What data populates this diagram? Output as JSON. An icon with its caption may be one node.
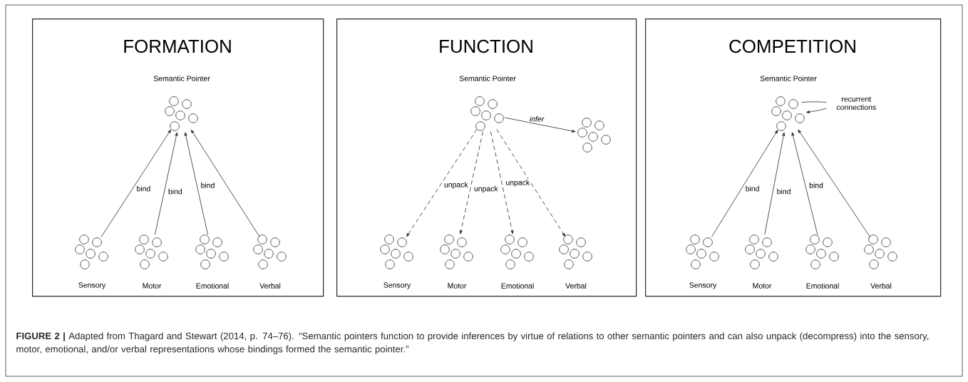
{
  "diagram": {
    "caption": "**FIGURE 2 |** Adapted from Thagard and Stewart (2014, p. 74–76). “Semantic pointers function to provide inferences by virtue of relations to other semantic pointers and can also unpack (decompress) into the sensory, motor, emotional, and/or verbal representations whose bindings formed the semantic pointer.”",
    "nodes": [
      {
        "text": [
          "FORMATION"
        ]
      },
      {
        "text": [
          "Semantic Pointer"
        ],
        "in": 0
      },
      {
        "text": [
          "Sensory"
        ],
        "in": 0
      },
      {
        "text": [
          "Motor"
        ],
        "in": 0
      },
      {
        "text": [
          "Emotional"
        ],
        "in": 0
      },
      {
        "text": [
          "Verbal"
        ],
        "in": 0
      },
      {
        "text": [
          "FUNCTION"
        ]
      },
      {
        "text": [
          "Semantic Pointer"
        ],
        "in": 6
      },
      {
        "text": [],
        "shape": "picture",
        "in": 6
      },
      {
        "text": [
          "Sensory"
        ],
        "in": 6
      },
      {
        "text": [
          "Motor"
        ],
        "in": 6
      },
      {
        "text": [
          "Emotional"
        ],
        "in": 6
      },
      {
        "text": [
          "Verbal"
        ],
        "in": 6
      },
      {
        "text": [
          "COMPETITION"
        ]
      },
      {
        "text": [
          "Semantic Pointer"
        ],
        "in": 13
      },
      {
        "text": [
          "Sensory"
        ],
        "in": 13
      },
      {
        "text": [
          "Motor"
        ],
        "in": 13
      },
      {
        "text": [
          "Emotional"
        ],
        "in": 13
      },
      {
        "text": [
          "Verbal"
        ],
        "in": 13
      }
    ],
    "edges": [
      {
        "from": 2,
        "to": 1,
        "arrow": "to",
        "label": "bind"
      },
      {
        "from": 3,
        "to": 1,
        "arrow": "to",
        "label": "bind"
      },
      {
        "from": 4,
        "to": 1,
        "arrow": "to",
        "label": "bind"
      },
      {
        "from": 5,
        "to": 1,
        "arrow": "to"
      },
      {
        "from": 7,
        "to": 8,
        "arrow": "to",
        "label": "infer"
      },
      {
        "from": 7,
        "to": 9,
        "arrow": "to",
        "label": "unpack",
        "style": "dashed"
      },
      {
        "from": 7,
        "to": 10,
        "arrow": "to",
        "label": "unpack",
        "style": "dashed"
      },
      {
        "from": 7,
        "to": 11,
        "arrow": "to",
        "label": "unpack",
        "style": "dashed"
      },
      {
        "from": 7,
        "to": 12,
        "arrow": "to",
        "style": "dashed"
      },
      {
        "from": 14,
        "to": 14,
        "arrow": "to",
        "label": "recurrent connections"
      },
      {
        "from": 15,
        "to": 14,
        "arrow": "to",
        "label": "bind"
      },
      {
        "from": 16,
        "to": 14,
        "arrow": "to",
        "label": "bind"
      },
      {
        "from": 17,
        "to": 14,
        "arrow": "to",
        "label": "bind"
      },
      {
        "from": 18,
        "to": 14,
        "arrow": "to"
      }
    ]
  }
}
